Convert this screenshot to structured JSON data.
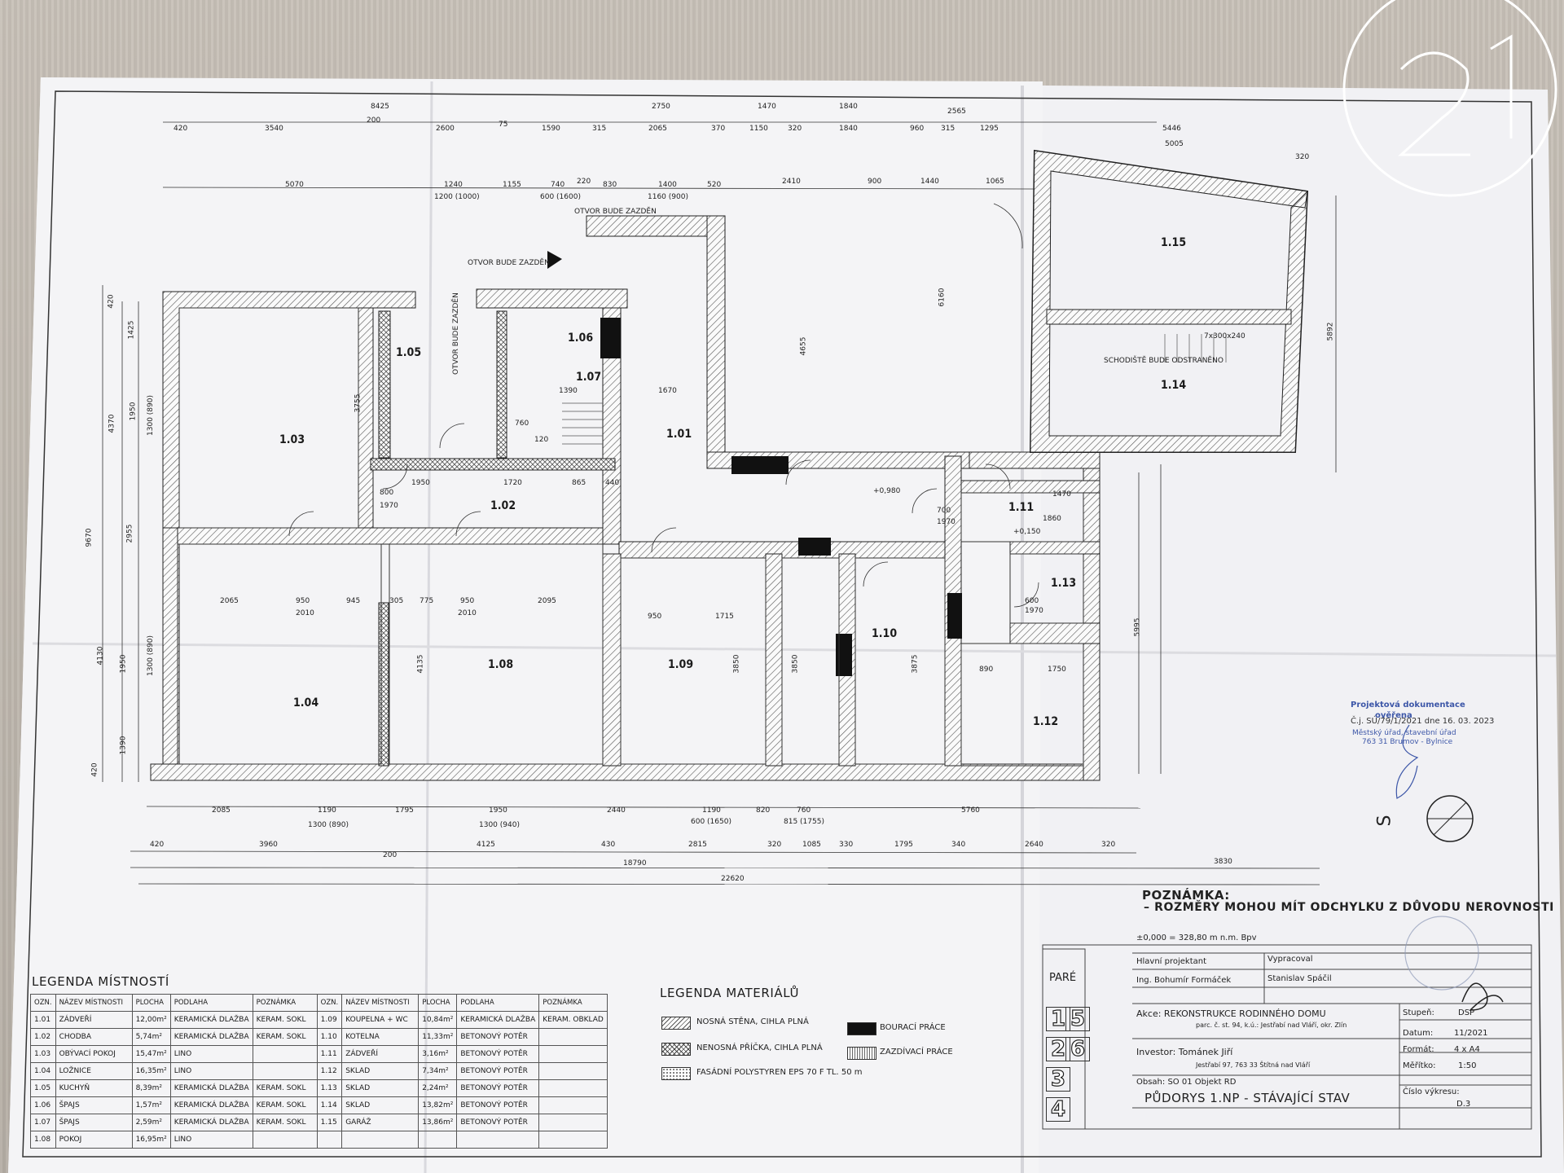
{
  "rooms_plan": {
    "r103": "1.03",
    "r104": "1.04",
    "r105": "1.05",
    "r106": "1.06",
    "r107": "1.07",
    "r101": "1.01",
    "r102": "1.02",
    "r108": "1.08",
    "r109": "1.09",
    "r110": "1.10",
    "r111": "1.11",
    "r112": "1.12",
    "r113": "1.13",
    "r114": "1.14",
    "r115": "1.15"
  },
  "plan_notes": {
    "otvor1": "OTVOR BUDE ZAZDĚN",
    "otvor2": "OTVOR BUDE ZAZDĚN",
    "otvor3": "OTVOR BUDE ZAZDĚN",
    "schodiste": "SCHODIŠTĚ BUDE ODSTRANĚNO",
    "stair": "7x300x240",
    "level1": "+0,980",
    "level2": "+0,150"
  },
  "dims_top": [
    "8425",
    "420",
    "3540",
    "200",
    "2600",
    "75",
    "1590",
    "315",
    "2065",
    "370",
    "1150",
    "320",
    "1840",
    "960",
    "315",
    "1295",
    "2750",
    "1470",
    "1840",
    "2565",
    "5446",
    "5005",
    "320"
  ],
  "dims_second": [
    "5070",
    "1240",
    "1155",
    "740",
    "220",
    "830",
    "1400",
    "520",
    "2410",
    "900",
    "1440",
    "1065",
    "1200 (1000)",
    "600 (1600)",
    "1160 (900)"
  ],
  "dims_bottom_1": [
    "2085",
    "1190",
    "1795",
    "1950",
    "2440",
    "1190",
    "820",
    "760",
    "5760",
    "1300 (890)",
    "1300 (940)",
    "600 (1650)",
    "815 (1755)"
  ],
  "dims_bottom_2": [
    "420",
    "3960",
    "200",
    "4125",
    "430",
    "2815",
    "320",
    "1085",
    "330",
    "1795",
    "340",
    "2640",
    "320",
    "18790",
    "3830",
    "22620"
  ],
  "dims_inner": [
    "2065",
    "950",
    "945",
    "305",
    "775",
    "950",
    "2095",
    "2010",
    "2010",
    "950",
    "1715",
    "890",
    "1750",
    "1470",
    "1860",
    "800",
    "1970",
    "600",
    "1970",
    "700",
    "1970",
    "1720",
    "865",
    "440",
    "1950",
    "1670",
    "1390",
    "760",
    "120",
    "3755",
    "3850",
    "3850",
    "3875",
    "4135",
    "4655",
    "6160",
    "5892",
    "5995"
  ],
  "dims_left": [
    "420",
    "1425",
    "4370",
    "1950",
    "1300 (890)",
    "9670",
    "2955",
    "4130",
    "1950",
    "1300 (890)",
    "1390",
    "420"
  ],
  "poznamka": {
    "title": "POZNÁMKA:",
    "line": "– ROZMĚRY MOHOU MÍT ODCHYLKU Z DŮVODU NEROVNOSTI",
    "level": "±0,000 = 328,80 m n.m. Bpv"
  },
  "legend_rooms": {
    "title": "LEGENDA MÍSTNOSTÍ",
    "headers": [
      "OZN.",
      "NÁZEV MÍSTNOSTI",
      "PLOCHA",
      "PODLAHA",
      "POZNÁMKA",
      "OZN.",
      "NÁZEV MÍSTNOSTI",
      "PLOCHA",
      "PODLAHA",
      "POZNÁMKA"
    ],
    "rows": [
      [
        "1.01",
        "ZÁDVEŘÍ",
        "12,00m²",
        "KERAMICKÁ DLAŽBA",
        "KERAM. SOKL",
        "1.09",
        "KOUPELNA + WC",
        "10,84m²",
        "KERAMICKÁ DLAŽBA",
        "KERAM. OBKLAD"
      ],
      [
        "1.02",
        "CHODBA",
        "5,74m²",
        "KERAMICKÁ DLAŽBA",
        "KERAM. SOKL",
        "1.10",
        "KOTELNA",
        "11,33m²",
        "BETONOVÝ POTĚR",
        ""
      ],
      [
        "1.03",
        "OBÝVACÍ POKOJ",
        "15,47m²",
        "LINO",
        "",
        "1.11",
        "ZÁDVEŘÍ",
        "3,16m²",
        "BETONOVÝ POTĚR",
        ""
      ],
      [
        "1.04",
        "LOŽNICE",
        "16,35m²",
        "LINO",
        "",
        "1.12",
        "SKLAD",
        "7,34m²",
        "BETONOVÝ POTĚR",
        ""
      ],
      [
        "1.05",
        "KUCHYŇ",
        "8,39m²",
        "KERAMICKÁ DLAŽBA",
        "KERAM. SOKL",
        "1.13",
        "SKLAD",
        "2,24m²",
        "BETONOVÝ POTĚR",
        ""
      ],
      [
        "1.06",
        "ŠPAJS",
        "1,57m²",
        "KERAMICKÁ DLAŽBA",
        "KERAM. SOKL",
        "1.14",
        "SKLAD",
        "13,82m²",
        "BETONOVÝ POTĚR",
        ""
      ],
      [
        "1.07",
        "ŠPAJS",
        "2,59m²",
        "KERAMICKÁ DLAŽBA",
        "KERAM. SOKL",
        "1.15",
        "GARÁŽ",
        "13,86m²",
        "BETONOVÝ POTĚR",
        ""
      ],
      [
        "1.08",
        "POKOJ",
        "16,95m²",
        "LINO",
        "",
        "",
        "",
        "",
        "",
        ""
      ]
    ]
  },
  "legend_materials": {
    "title": "LEGENDA MATERIÁLŮ",
    "items": [
      "NOSNÁ STĚNA, CIHLA PLNÁ",
      "NENOSNÁ PŘÍČKA, CIHLA PLNÁ",
      "FASÁDNÍ POLYSTYREN EPS 70 F TL. 50 m",
      "BOURACÍ PRÁCE",
      "ZAZDÍVACÍ PRÁCE"
    ]
  },
  "title_block": {
    "hlavni_projektant_label": "Hlavní projektant",
    "hlavni_projektant": "Ing. Bohumír Formáček",
    "vypracoval_label": "Vypracoval",
    "vypracoval": "Stanislav Spáčil",
    "akce": "Akce: REKONSTRUKCE RODINNÉHO DOMU",
    "parc": "parc. č. st. 94, k.ú.: Jestřabí nad Vláří, okr. Zlín",
    "investor": "Investor: Tománek Jiří",
    "investor_addr": "Jestřabí 97, 763 33 Štítná nad Vláří",
    "obsah": "Obsah: SO 01 Objekt RD",
    "drawing_title": "PŮDORYS 1.NP - STÁVAJÍCÍ STAV",
    "stupen_label": "Stupeň:",
    "stupen": "DSP",
    "datum_label": "Datum:",
    "datum": "11/2021",
    "format_label": "Formát:",
    "format": "4 x A4",
    "meritko_label": "Měřítko:",
    "meritko": "1:50",
    "cislo_label": "Číslo výkresu:",
    "cislo": "D.3"
  },
  "pare": {
    "label": "PARÉ",
    "numbers": [
      "1",
      "5",
      "2",
      "6",
      "3",
      "4"
    ]
  },
  "stamp": {
    "line1": "Projektová dokumentace",
    "line2": "ověřena",
    "line3": "Č.j. SÚ/79/1/2021 dne 16. 03. 2023",
    "line4": "Městský úřad, stavební úřad",
    "line5": "763 31 Brumov - Bylnice"
  },
  "north": "S",
  "colors": {
    "paper": "#f2f2f5",
    "ink": "#222222",
    "stamp_blue": "#3d57a8"
  }
}
